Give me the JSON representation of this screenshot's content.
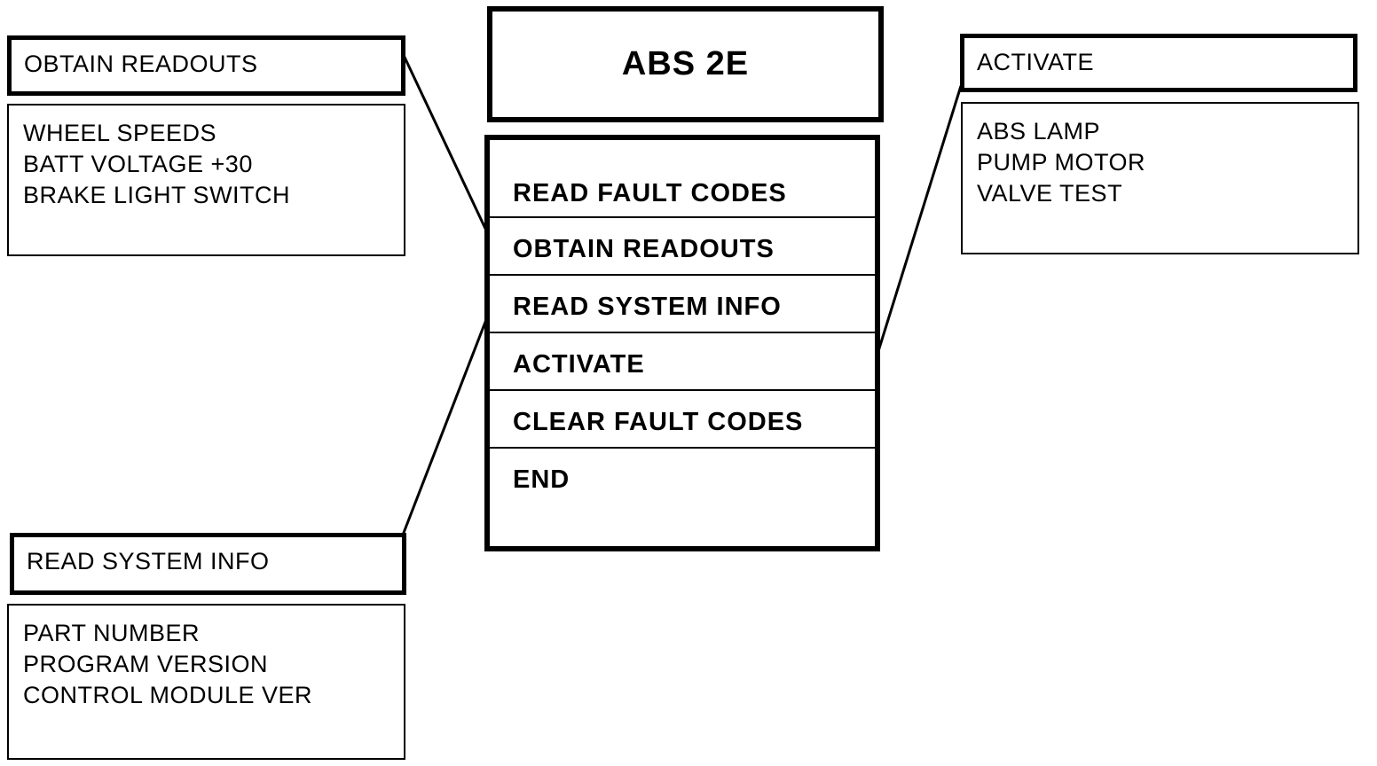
{
  "title": "ABS 2E",
  "menu": {
    "items": [
      {
        "label": "READ FAULT CODES"
      },
      {
        "label": "OBTAIN READOUTS"
      },
      {
        "label": "READ SYSTEM INFO"
      },
      {
        "label": "ACTIVATE"
      },
      {
        "label": "CLEAR FAULT CODES"
      },
      {
        "label": "END"
      }
    ]
  },
  "panels": {
    "obtain_readouts": {
      "header": "OBTAIN READOUTS",
      "items": [
        "WHEEL SPEEDS",
        "BATT VOLTAGE +30",
        "BRAKE LIGHT SWITCH"
      ]
    },
    "activate": {
      "header": "ACTIVATE",
      "items": [
        "ABS LAMP",
        "PUMP MOTOR",
        "VALVE TEST"
      ]
    },
    "read_system_info": {
      "header": "READ SYSTEM INFO",
      "items": [
        "PART NUMBER",
        "PROGRAM VERSION",
        "CONTROL MODULE VER"
      ]
    }
  }
}
